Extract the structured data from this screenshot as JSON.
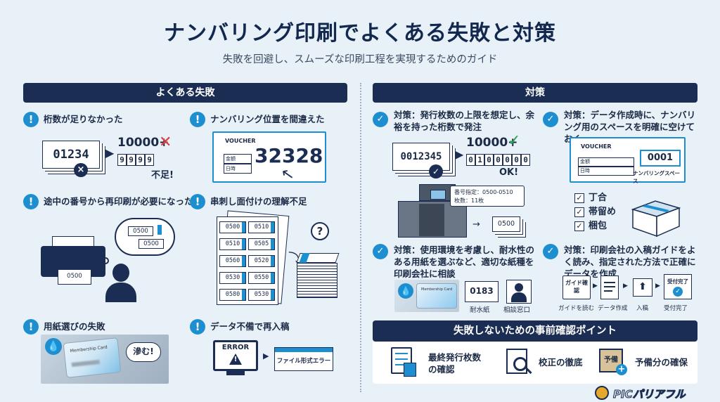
{
  "title": "ナンバリング印刷でよくある失敗と対策",
  "subtitle": "失敗を回避し、スムーズな印刷工程を実現するためのガイド",
  "left_header": "よくある失敗",
  "right_header": "対策",
  "fail1": {
    "title": "桁数が足りなかった",
    "card_num": "01234",
    "big": "10000+",
    "digits": [
      "9",
      "9",
      "9",
      "9"
    ],
    "note": "不足!"
  },
  "fail2": {
    "title": "ナンバリング位置を間違えた",
    "voucher": "VOUCHER",
    "row1": "金額",
    "row2": "日時",
    "num": "32328"
  },
  "fail3": {
    "title": "途中の番号から再印刷が必要になった",
    "bubble1": "0500",
    "bubble2": "0500",
    "printer_num": "0500"
  },
  "fail4": {
    "title": "串刺し面付けの理解不足",
    "sheet": [
      "0500",
      "0510",
      "0510",
      "0505",
      "0560",
      "0520",
      "0530",
      "0550",
      "0580",
      "0530"
    ]
  },
  "fail5": {
    "title": "用紙選びの失敗",
    "card_label": "Membership Card",
    "bubble": "滲む!"
  },
  "fail6": {
    "title": "データ不備で再入稿",
    "error": "ERROR",
    "warn": "!",
    "msg": "ファイル形式エラー"
  },
  "sol1": {
    "title": "対策：発行枚数の上限を想定し、余裕を持った桁数で発注",
    "card_num": "0012345",
    "big": "10000+",
    "digits": [
      "0",
      "1",
      "0",
      "0",
      "0",
      "0",
      "0"
    ],
    "note": "OK!",
    "spec1": "番号指定：0500-0510",
    "spec2": "枚数：11枚",
    "out": "0500"
  },
  "sol2": {
    "title": "対策：データ作成時に、ナンバリング用のスペースを明確に空けておく",
    "voucher": "VOUCHER",
    "row1": "金額",
    "row2": "日時",
    "num": "0001",
    "label": "ナンバリングスペース",
    "checks": [
      "丁合",
      "帯留め",
      "梱包"
    ]
  },
  "sol3": {
    "title": "対策：使用環境を考慮し、耐水性のある用紙を選ぶなど、適切な紙種を印刷会社に相談",
    "card_label": "Membership Card",
    "num": "0183",
    "lbl1": "耐水紙",
    "lbl2": "相談窓口"
  },
  "sol4": {
    "title": "対策：印刷会社の入稿ガイドをよく読み、指定された方法で正確にデータを作成",
    "book": "ガイド確認",
    "steps": [
      "ガイドを読む",
      "データ作成",
      "入稿",
      "受付完了"
    ],
    "done": "受付完了"
  },
  "points": {
    "header": "失敗しないための事前確認ポイント",
    "items": [
      "最終発行枚数の確認",
      "校正の徹底",
      "予備分の確保"
    ],
    "box_label": "予備"
  },
  "logo": "PICパリアフル"
}
